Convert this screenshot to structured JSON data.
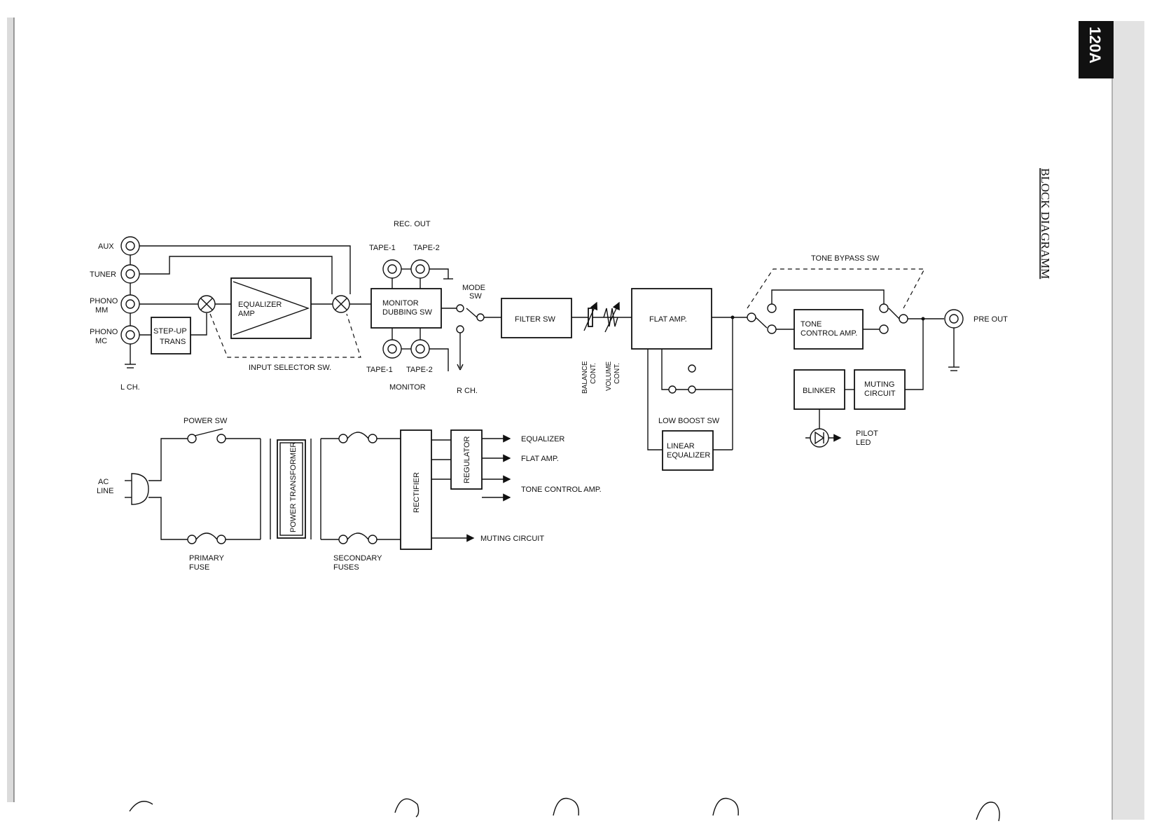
{
  "page_badge": "120A",
  "title": "BLOCK DIAGRAMM",
  "inputs": {
    "aux": "AUX",
    "tuner": "TUNER",
    "phono_mm": [
      "PHONO",
      "MM"
    ],
    "phono_mc": [
      "PHONO",
      "MC"
    ],
    "left_channel": "L CH."
  },
  "blocks": {
    "step_up_trans": [
      "STEP-UP",
      "TRANS"
    ],
    "equalizer_amp": [
      "EQUALIZER",
      "AMP"
    ],
    "monitor_dubbing_sw": [
      "MONITOR",
      "DUBBING SW"
    ],
    "filter_sw": "FILTER SW",
    "flat_amp": "FLAT AMP.",
    "tone_control_amp": [
      "TONE",
      "CONTROL AMP."
    ],
    "blinker": "BLINKER",
    "muting_circuit": [
      "MUTING",
      "CIRCUIT"
    ],
    "linear_equalizer": [
      "LINEAR",
      "EQUALIZER"
    ],
    "power_transformer": "POWER TRANSFORMER",
    "rectifier": "RECTIFIER",
    "regulator": "REGULATOR"
  },
  "labels": {
    "input_selector_sw": "INPUT SELECTOR SW.",
    "rec_out": "REC. OUT",
    "tape1": "TAPE-1",
    "tape2": "TAPE-2",
    "monitor": "MONITOR",
    "mode_sw": [
      "MODE",
      "SW"
    ],
    "right_channel": "R CH.",
    "balance_cont": [
      "BALANCE",
      "CONT."
    ],
    "volume_cont": [
      "VOLUME",
      "CONT."
    ],
    "low_boost_sw": "LOW BOOST SW",
    "tone_bypass_sw": "TONE BYPASS SW",
    "pre_out": "PRE OUT",
    "pilot_led": [
      "PILOT",
      "LED"
    ],
    "power_sw": "POWER SW",
    "ac_line": [
      "AC",
      "LINE"
    ],
    "primary_fuse": [
      "PRIMARY",
      "FUSE"
    ],
    "secondary_fuses": [
      "SECONDARY",
      "FUSES"
    ]
  },
  "power_outputs": [
    "EQUALIZER",
    "FLAT AMP.",
    "TONE CONTROL AMP.",
    "MUTING CIRCUIT"
  ]
}
